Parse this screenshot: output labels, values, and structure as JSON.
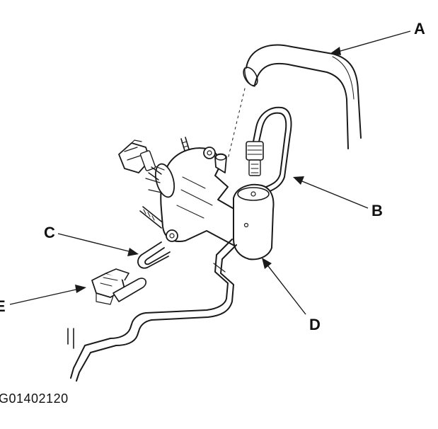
{
  "callouts": {
    "a": "A",
    "b": "B",
    "c": "C",
    "d": "D",
    "e": "E"
  },
  "figure_code": "G01402120"
}
